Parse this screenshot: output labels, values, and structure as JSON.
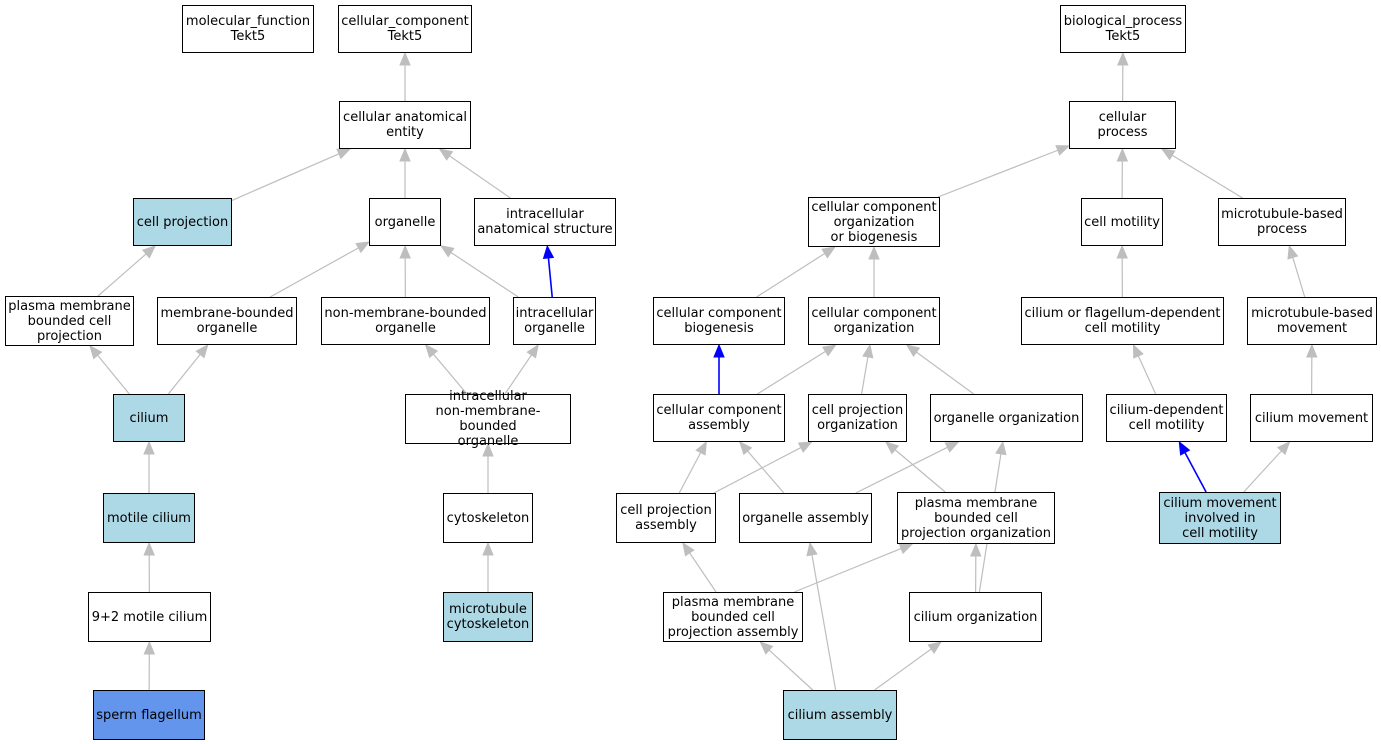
{
  "colors": {
    "default_fill": "#ffffff",
    "annotated_fill": "#add8e6",
    "query_fill": "#6495ed",
    "is_a_edge": "#bebebe",
    "part_of_edge": "#0000ff"
  },
  "nodes": {
    "mf_root": {
      "label": "molecular_function\nTekt5",
      "style": "default"
    },
    "cc_root": {
      "label": "cellular_component\nTekt5",
      "style": "default"
    },
    "bp_root": {
      "label": "biological_process\nTekt5",
      "style": "default"
    },
    "cellular_anatomical_entity": {
      "label": "cellular anatomical\nentity",
      "style": "default"
    },
    "cellular_process": {
      "label": "cellular process",
      "style": "default"
    },
    "cell_projection": {
      "label": "cell projection",
      "style": "annotated"
    },
    "organelle": {
      "label": "organelle",
      "style": "default"
    },
    "intracellular_anatomical_structure": {
      "label": "intracellular\nanatomical structure",
      "style": "default"
    },
    "cc_org_or_biogenesis": {
      "label": "cellular component\norganization\nor biogenesis",
      "style": "default"
    },
    "cell_motility": {
      "label": "cell motility",
      "style": "default"
    },
    "microtubule_based_process": {
      "label": "microtubule-based\nprocess",
      "style": "default"
    },
    "pm_bounded_cell_projection": {
      "label": "plasma membrane\nbounded cell\nprojection",
      "style": "default"
    },
    "membrane_bounded_organelle": {
      "label": "membrane-bounded\norganelle",
      "style": "default"
    },
    "non_membrane_bounded_organelle": {
      "label": "non-membrane-bounded\norganelle",
      "style": "default"
    },
    "intracellular_organelle": {
      "label": "intracellular\norganelle",
      "style": "default"
    },
    "cc_biogenesis": {
      "label": "cellular component\nbiogenesis",
      "style": "default"
    },
    "cc_organization": {
      "label": "cellular component\norganization",
      "style": "default"
    },
    "cilium_flagellum_motility": {
      "label": "cilium or flagellum-dependent\ncell motility",
      "style": "default"
    },
    "microtubule_based_movement": {
      "label": "microtubule-based\nmovement",
      "style": "default"
    },
    "cilium": {
      "label": "cilium",
      "style": "annotated"
    },
    "intracellular_nmbo": {
      "label": "intracellular\nnon-membrane-bounded\norganelle",
      "style": "default"
    },
    "cc_assembly": {
      "label": "cellular component\nassembly",
      "style": "default"
    },
    "cell_projection_org": {
      "label": "cell projection\norganization",
      "style": "default"
    },
    "organelle_organization": {
      "label": "organelle organization",
      "style": "default"
    },
    "cilium_dependent_motility": {
      "label": "cilium-dependent\ncell motility",
      "style": "default"
    },
    "cilium_movement": {
      "label": "cilium movement",
      "style": "default"
    },
    "motile_cilium": {
      "label": "motile cilium",
      "style": "annotated"
    },
    "cytoskeleton": {
      "label": "cytoskeleton",
      "style": "default"
    },
    "cell_projection_assembly": {
      "label": "cell projection\nassembly",
      "style": "default"
    },
    "organelle_assembly": {
      "label": "organelle assembly",
      "style": "default"
    },
    "pm_cell_projection_org": {
      "label": "plasma membrane\nbounded cell\nprojection organization",
      "style": "default"
    },
    "cilium_movement_motility": {
      "label": "cilium movement\ninvolved in\ncell motility",
      "style": "annotated"
    },
    "nine_plus_two_cilium": {
      "label": "9+2 motile cilium",
      "style": "default"
    },
    "microtubule_cytoskeleton": {
      "label": "microtubule\ncytoskeleton",
      "style": "annotated"
    },
    "pm_cell_projection_assembly": {
      "label": "plasma membrane\nbounded cell\nprojection assembly",
      "style": "default"
    },
    "cilium_organization": {
      "label": "cilium organization",
      "style": "default"
    },
    "sperm_flagellum": {
      "label": "sperm flagellum",
      "style": "query"
    },
    "cilium_assembly": {
      "label": "cilium assembly",
      "style": "annotated"
    }
  },
  "edges": [
    {
      "from": "cellular_anatomical_entity",
      "to": "cc_root",
      "kind": "is_a"
    },
    {
      "from": "cell_projection",
      "to": "cellular_anatomical_entity",
      "kind": "is_a"
    },
    {
      "from": "organelle",
      "to": "cellular_anatomical_entity",
      "kind": "is_a"
    },
    {
      "from": "intracellular_anatomical_structure",
      "to": "cellular_anatomical_entity",
      "kind": "is_a"
    },
    {
      "from": "pm_bounded_cell_projection",
      "to": "cell_projection",
      "kind": "is_a"
    },
    {
      "from": "membrane_bounded_organelle",
      "to": "organelle",
      "kind": "is_a"
    },
    {
      "from": "non_membrane_bounded_organelle",
      "to": "organelle",
      "kind": "is_a"
    },
    {
      "from": "intracellular_organelle",
      "to": "organelle",
      "kind": "is_a"
    },
    {
      "from": "intracellular_organelle",
      "to": "intracellular_anatomical_structure",
      "kind": "part_of"
    },
    {
      "from": "cilium",
      "to": "pm_bounded_cell_projection",
      "kind": "is_a"
    },
    {
      "from": "cilium",
      "to": "membrane_bounded_organelle",
      "kind": "is_a"
    },
    {
      "from": "intracellular_nmbo",
      "to": "non_membrane_bounded_organelle",
      "kind": "is_a"
    },
    {
      "from": "intracellular_nmbo",
      "to": "intracellular_organelle",
      "kind": "is_a"
    },
    {
      "from": "motile_cilium",
      "to": "cilium",
      "kind": "is_a"
    },
    {
      "from": "cytoskeleton",
      "to": "intracellular_nmbo",
      "kind": "is_a"
    },
    {
      "from": "nine_plus_two_cilium",
      "to": "motile_cilium",
      "kind": "is_a"
    },
    {
      "from": "microtubule_cytoskeleton",
      "to": "cytoskeleton",
      "kind": "is_a"
    },
    {
      "from": "sperm_flagellum",
      "to": "nine_plus_two_cilium",
      "kind": "is_a"
    },
    {
      "from": "cellular_process",
      "to": "bp_root",
      "kind": "is_a"
    },
    {
      "from": "cc_org_or_biogenesis",
      "to": "cellular_process",
      "kind": "is_a"
    },
    {
      "from": "cell_motility",
      "to": "cellular_process",
      "kind": "is_a"
    },
    {
      "from": "microtubule_based_process",
      "to": "cellular_process",
      "kind": "is_a"
    },
    {
      "from": "cc_biogenesis",
      "to": "cc_org_or_biogenesis",
      "kind": "is_a"
    },
    {
      "from": "cc_organization",
      "to": "cc_org_or_biogenesis",
      "kind": "is_a"
    },
    {
      "from": "cilium_flagellum_motility",
      "to": "cell_motility",
      "kind": "is_a"
    },
    {
      "from": "microtubule_based_movement",
      "to": "microtubule_based_process",
      "kind": "is_a"
    },
    {
      "from": "cc_assembly",
      "to": "cc_biogenesis",
      "kind": "part_of"
    },
    {
      "from": "cc_assembly",
      "to": "cc_organization",
      "kind": "is_a"
    },
    {
      "from": "cell_projection_org",
      "to": "cc_organization",
      "kind": "is_a"
    },
    {
      "from": "organelle_organization",
      "to": "cc_organization",
      "kind": "is_a"
    },
    {
      "from": "cilium_dependent_motility",
      "to": "cilium_flagellum_motility",
      "kind": "is_a"
    },
    {
      "from": "cilium_movement",
      "to": "microtubule_based_movement",
      "kind": "is_a"
    },
    {
      "from": "cell_projection_assembly",
      "to": "cc_assembly",
      "kind": "is_a"
    },
    {
      "from": "cell_projection_assembly",
      "to": "cell_projection_org",
      "kind": "is_a"
    },
    {
      "from": "organelle_assembly",
      "to": "cc_assembly",
      "kind": "is_a"
    },
    {
      "from": "organelle_assembly",
      "to": "organelle_organization",
      "kind": "is_a"
    },
    {
      "from": "pm_cell_projection_org",
      "to": "cell_projection_org",
      "kind": "is_a"
    },
    {
      "from": "cilium_movement_motility",
      "to": "cilium_dependent_motility",
      "kind": "part_of"
    },
    {
      "from": "cilium_movement_motility",
      "to": "cilium_movement",
      "kind": "is_a"
    },
    {
      "from": "pm_cell_projection_assembly",
      "to": "cell_projection_assembly",
      "kind": "is_a"
    },
    {
      "from": "pm_cell_projection_assembly",
      "to": "pm_cell_projection_org",
      "kind": "is_a"
    },
    {
      "from": "cilium_organization",
      "to": "pm_cell_projection_org",
      "kind": "is_a"
    },
    {
      "from": "cilium_organization",
      "to": "organelle_organization",
      "kind": "is_a"
    },
    {
      "from": "cilium_assembly",
      "to": "pm_cell_projection_assembly",
      "kind": "is_a"
    },
    {
      "from": "cilium_assembly",
      "to": "organelle_assembly",
      "kind": "is_a"
    },
    {
      "from": "cilium_assembly",
      "to": "cilium_organization",
      "kind": "is_a"
    }
  ]
}
